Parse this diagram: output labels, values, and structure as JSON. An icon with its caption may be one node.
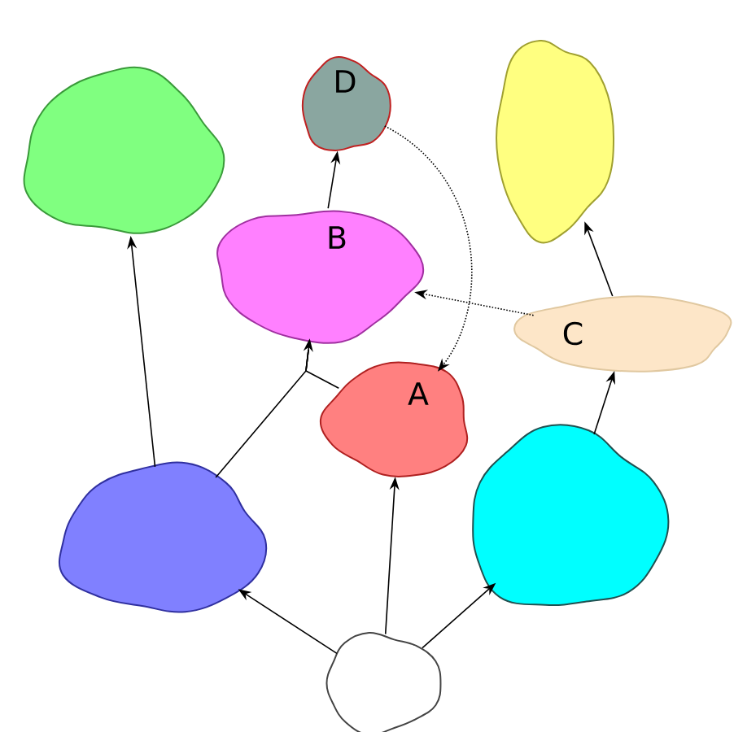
{
  "diagram": {
    "nodes": [
      {
        "text": [],
        "shape": "blob"
      },
      {
        "text": [
          "D"
        ]
      },
      {
        "text": [],
        "shape": "blob"
      },
      {
        "text": [
          "B"
        ]
      },
      {
        "text": [
          "C"
        ]
      },
      {
        "text": [
          "A"
        ]
      },
      {
        "text": [],
        "shape": "blob"
      },
      {
        "text": [],
        "shape": "blob"
      },
      {
        "text": [],
        "shape": "blob"
      }
    ],
    "edges": [
      {
        "from": 6,
        "to": 0,
        "arrow": "to"
      },
      {
        "from": 6,
        "to": 3,
        "arrow": "to"
      },
      {
        "from": 5,
        "to": 3,
        "arrow": "to"
      },
      {
        "from": 3,
        "to": 1,
        "arrow": "to"
      },
      {
        "from": 1,
        "to": 5,
        "arrow": "to",
        "style": "dashed"
      },
      {
        "from": 4,
        "to": 3,
        "arrow": "to",
        "style": "dashed"
      },
      {
        "from": 4,
        "to": 2,
        "arrow": "to"
      },
      {
        "from": 7,
        "to": 4,
        "arrow": "to"
      },
      {
        "from": 8,
        "to": 6,
        "arrow": "to"
      },
      {
        "from": 8,
        "to": 5,
        "arrow": "to"
      },
      {
        "from": 8,
        "to": 7,
        "arrow": "to"
      }
    ]
  }
}
